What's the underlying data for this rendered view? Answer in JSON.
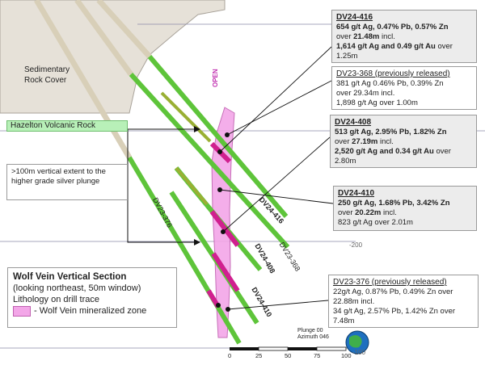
{
  "labels": {
    "sedimentary": [
      "Sedimentary",
      "Rock Cover"
    ],
    "hazelton": "Hazelton Volcanic Rock",
    "open": "OPEN",
    "level_200": "-200",
    "level_100": "-100",
    "plunge": "Plunge 00",
    "azimuth": "Azimuth 046"
  },
  "drill_labels": {
    "dv24_416": "DV24-416",
    "dv23_368": "DV23-368",
    "dv24_408": "DV24-408",
    "dv24_410": "DV24-410",
    "dv23_376": "DV23-376"
  },
  "note": ">100m vertical extent to the higher grade silver plunge",
  "callouts": {
    "c416": {
      "header": "DV24-416",
      "l1": "654 g/t Ag, 0.47% Pb, 0.57% Zn",
      "l2a": "over ",
      "l2b": "21.48m",
      "l2c": "  incl.",
      "l3": "1,614 g/t Ag and 0.49 g/t Au",
      "l3b": " over",
      "l4": "1.25m"
    },
    "c368": {
      "header": "DV23-368 (previously released)",
      "l1": "381 g/t Ag 0.46% Pb, 0.39% Zn",
      "l2": "over 29.34m   incl.",
      "l3": "1,898 g/t Ag over 1.00m"
    },
    "c408": {
      "header": "DV24-408",
      "l1": "513 g/t Ag, 2.95% Pb, 1.82% Zn",
      "l2a": "over ",
      "l2b": "27.19m",
      "l2c": "  incl.",
      "l3": "2,520 g/t Ag and 0.34 g/t Au",
      "l3b": " over",
      "l4": "2.80m"
    },
    "c410": {
      "header": "DV24-410",
      "l1": "250 g/t Ag, 1.68% Pb, 3.42% Zn",
      "l2a": "over ",
      "l2b": "20.22m",
      "l2c": "  incl.",
      "l3": "823 g/t Ag over 2.01m"
    },
    "c376": {
      "header": "DV23-376 (previously released)",
      "l1": "22g/t Ag, 0.87% Pb, 0.49% Zn over",
      "l2": "22.88m   incl.",
      "l3": "34 g/t Ag, 2.57% Pb, 1.42% Zn over",
      "l4": "7.48m"
    }
  },
  "legend": {
    "title": "Wolf Vein Vertical Section",
    "line1": "(looking northeast, 50m window)",
    "line2": "Lithology on drill trace",
    "swatch_label": "- Wolf Vein mineralized zone"
  },
  "scale_bar": {
    "ticks": [
      "0",
      "25",
      "50",
      "75",
      "100"
    ]
  },
  "colors": {
    "drill_green": "#5ec43a",
    "vein_pink": "#f3a6e8",
    "sediment": "#e6e1d8",
    "hazelton_band": "#b8f0b8"
  }
}
